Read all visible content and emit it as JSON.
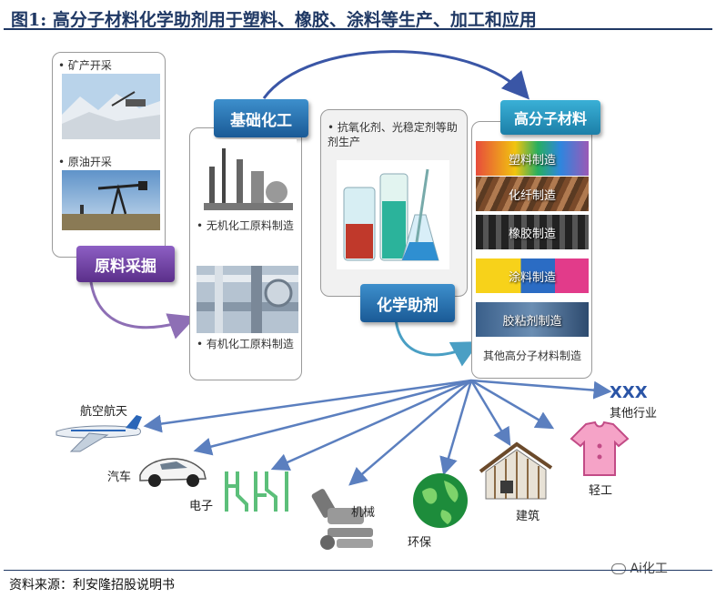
{
  "title": "图1:   高分子材料化学助剂用于塑料、橡胶、涂料等生产、加工和应用",
  "raw_materials": {
    "mining_label": "• 矿产开采",
    "oil_label": "• 原油开采",
    "tag": "原料采掘"
  },
  "basic_chemicals": {
    "tag": "基础化工",
    "inorganic_label": "• 无机化工原料制造",
    "organic_label": "• 有机化工原料制造"
  },
  "additives": {
    "desc": "• 抗氧化剂、光稳定剂等助剂生产",
    "tag": "化学助剂"
  },
  "polymers": {
    "tag": "高分子材料",
    "bands": [
      "塑料制造",
      "化纤制造",
      "橡胶制造",
      "涂料制造",
      "胶粘剂制造",
      "其他高分子材料制造"
    ]
  },
  "applications": {
    "aerospace": "航空航天",
    "auto": "汽车",
    "electronics": "电子",
    "machinery": "机械",
    "environment": "环保",
    "construction": "建筑",
    "light_industry": "轻工",
    "xxx": "XXX",
    "other": "其他行业"
  },
  "source": "资料来源：利安隆招股说明书",
  "watermark": "Ai化工",
  "colors": {
    "title": "#1f3864",
    "tag_blue": "#1f78b4",
    "tag_purple": "#6a3d9a",
    "arrow": "#5b7fbf",
    "curve": "#3a56a6"
  }
}
